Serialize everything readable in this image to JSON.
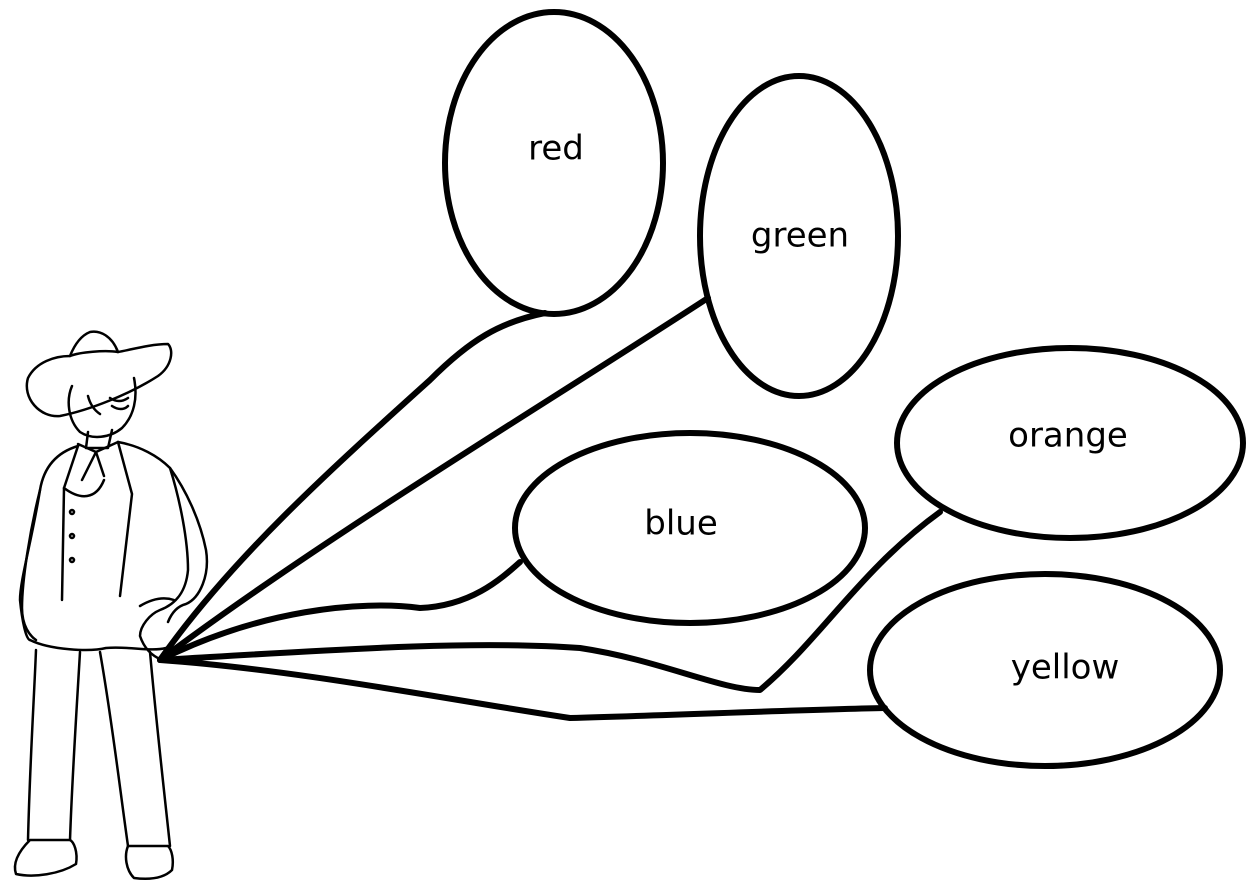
{
  "balloons": [
    {
      "label": "red"
    },
    {
      "label": "green"
    },
    {
      "label": "orange"
    },
    {
      "label": "blue"
    },
    {
      "label": "yellow"
    }
  ],
  "colors": {
    "ink": "#000000",
    "background": "#ffffff"
  },
  "figure": {
    "icon": "cowboy-man-icon"
  }
}
